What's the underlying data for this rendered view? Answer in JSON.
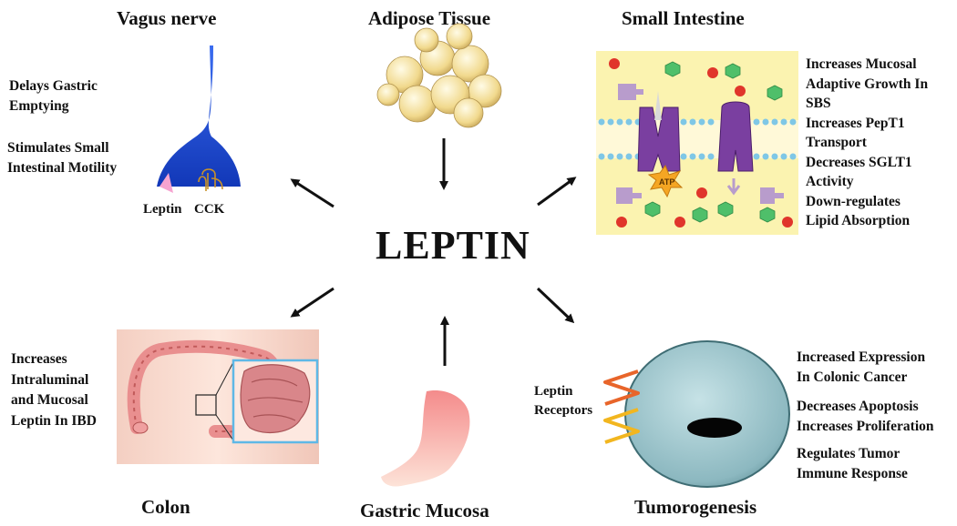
{
  "center_label": "LEPTIN",
  "panels": {
    "vagus": {
      "title": "Vagus nerve",
      "effects": [
        "Delays Gastric\nEmptying",
        "Stimulates Small\nIntestinal Motility"
      ],
      "labels": {
        "leptin": "Leptin",
        "cck": "CCK"
      }
    },
    "adipose": {
      "title": "Adipose Tissue"
    },
    "small_intestine": {
      "title": "Small Intestine",
      "effects": "Increases Mucosal\nAdaptive Growth In\nSBS\nIncreases PepT1\nTransport\nDecreases SGLT1\nActivity\nDown-regulates\nLipid Absorption",
      "labels": {
        "atp": "ATP"
      }
    },
    "colon": {
      "title": "Colon",
      "effects": "Increases\nIntraluminal\nand Mucosal\nLeptin In IBD"
    },
    "gastric": {
      "title": "Gastric Mucosa"
    },
    "tumor": {
      "title": "Tumorogenesis",
      "effects": [
        "Increased Expression\nIn Colonic Cancer",
        "Decreases Apoptosis\nIncreases Proliferation",
        "Regulates Tumor\nImmune Response"
      ],
      "labels": {
        "receptors": "Leptin\nReceptors"
      }
    }
  },
  "colors": {
    "nerve_blue": "#1f4fd1",
    "fat_yellow": "#f3dd9a",
    "intestine_bg": "#fbf3b0",
    "membrane_blue": "#7fc7e6",
    "transporter_purple": "#7a3fa0",
    "hexagon_green": "#4fbf6a",
    "dot_red": "#e0352b",
    "tumor_teal": "#8fbcc4",
    "stomach_pink": "#f5a7a7"
  }
}
